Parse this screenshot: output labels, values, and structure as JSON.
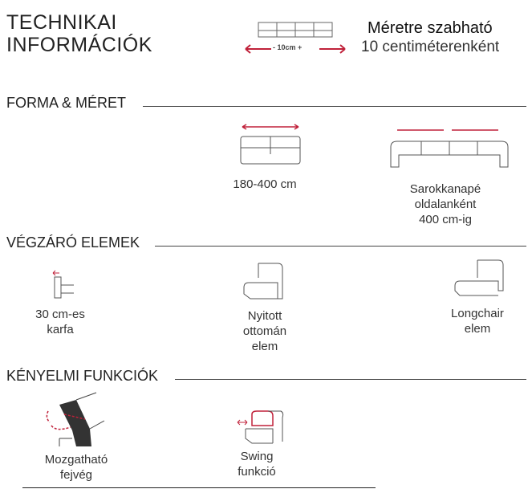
{
  "header": {
    "title_line1": "TECHNIKAI",
    "title_line2": "INFORMÁCIÓK",
    "size_label": "- 10cm +",
    "custom_title": "Méretre szabható",
    "custom_sub": "10 centiméterenként"
  },
  "sections": {
    "shape": {
      "title": "FORMA & MÉRET",
      "items": [
        {
          "label": "180-400 cm"
        },
        {
          "l1": "Sarokkanapé",
          "l2": "oldalanként",
          "l3": "400 cm-ig"
        }
      ]
    },
    "ends": {
      "title": "VÉGZÁRÓ ELEMEK",
      "items": [
        {
          "l1": "30 cm-es",
          "l2": "karfa"
        },
        {
          "l1": "Nyitott",
          "l2": "ottomán",
          "l3": "elem"
        },
        {
          "l1": "Longchair",
          "l2": "elem"
        }
      ]
    },
    "comfort": {
      "title": "KÉNYELMI FUNKCIÓK",
      "items": [
        {
          "l1": "Mozgatható",
          "l2": "fejvég"
        },
        {
          "l1": "Swing",
          "l2": "funkció"
        }
      ]
    }
  },
  "colors": {
    "accent": "#c0213a",
    "line": "#555555"
  }
}
